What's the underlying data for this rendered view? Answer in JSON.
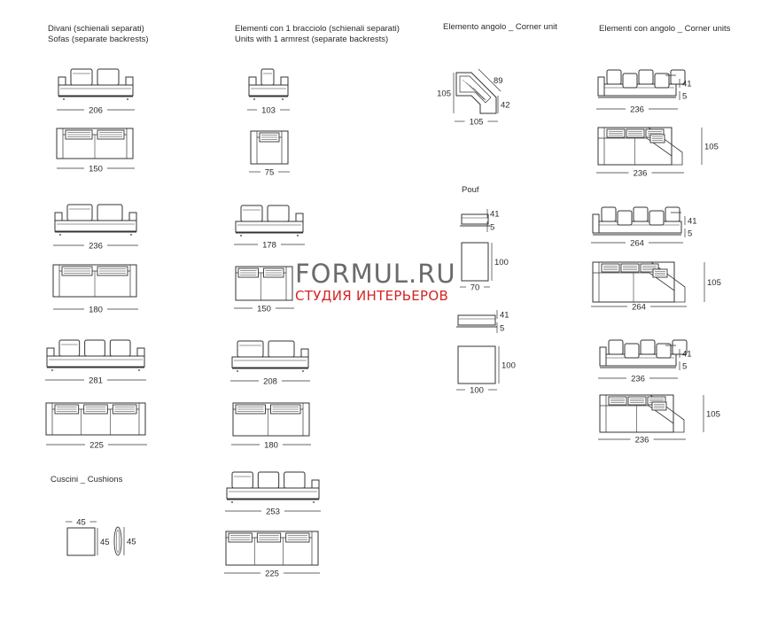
{
  "headers": {
    "sofas": [
      "Divani (schienali separati)",
      "Sofas (separate backrests)"
    ],
    "one_arm": [
      "Elementi con 1 bracciolo (schienali separati)",
      "Units with 1 armrest  (separate backrests)"
    ],
    "corner_elem": "Elemento angolo _ Corner unit",
    "corner_units": "Elementi con angolo _ Corner units",
    "pouf": "Pouf",
    "cushions": "Cuscini _ Cushions"
  },
  "watermark": {
    "site": "FORMUL.RU",
    "tagline": "СТУДИЯ ИНТЕРЬЕРОВ",
    "site_color": "#6b6b6b",
    "tagline_color": "#d42424"
  },
  "sofas": [
    {
      "front_width": "206",
      "plan_width": "150",
      "cushions": 2
    },
    {
      "front_width": "236",
      "plan_width": "180",
      "cushions": 2
    },
    {
      "front_width": "281",
      "plan_width": "225",
      "cushions": 3
    }
  ],
  "one_arm_units": [
    {
      "front_width": "103",
      "plan_width": "75",
      "cushions": 1
    },
    {
      "front_width": "178",
      "plan_width": "150",
      "cushions": 2
    },
    {
      "front_width": "208",
      "plan_width": "180",
      "cushions": 2
    },
    {
      "front_width": "253",
      "plan_width": "225",
      "cushions": 3
    }
  ],
  "corner_element": {
    "side_a": "105",
    "side_b": "105",
    "diagonal": "89",
    "depth": "42"
  },
  "poufs": [
    {
      "height": "41",
      "seat": "5",
      "width": "70",
      "depth": "100"
    },
    {
      "height": "41",
      "seat": "5",
      "width": "100",
      "depth": "100"
    }
  ],
  "corner_units": [
    {
      "front_width": "236",
      "height": "41",
      "seat": "5",
      "plan_width": "236",
      "plan_depth": "105"
    },
    {
      "front_width": "264",
      "height": "41",
      "seat": "5",
      "plan_width": "264",
      "plan_depth": "105"
    },
    {
      "front_width": "236",
      "height": "41",
      "seat": "5",
      "plan_width": "236",
      "plan_depth": "105"
    }
  ],
  "cushion": {
    "width": "45",
    "height": "45",
    "side_height": "45"
  }
}
